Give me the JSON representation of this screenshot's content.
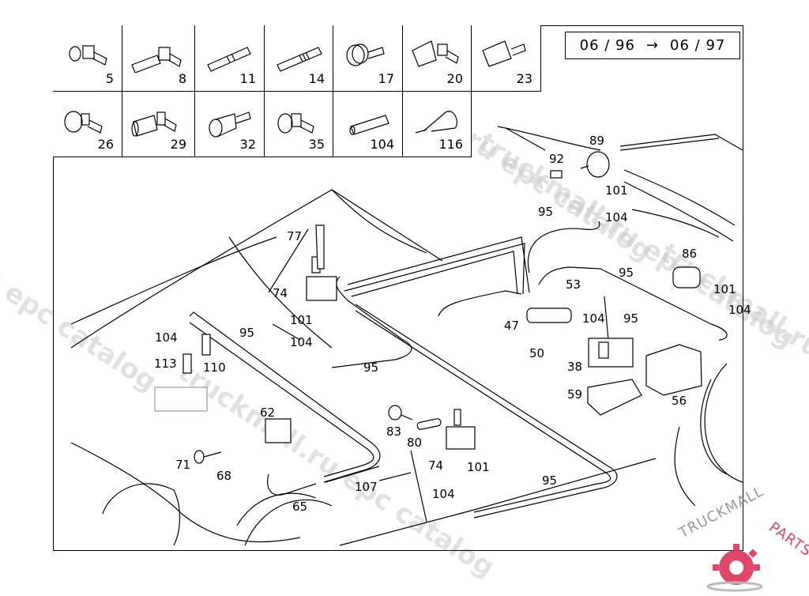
{
  "legend": {
    "row1": [
      "5",
      "8",
      "11",
      "14",
      "17",
      "20",
      "23"
    ],
    "row2": [
      "26",
      "29",
      "32",
      "35",
      "104",
      "116"
    ]
  },
  "validity": {
    "from": "06 / 96",
    "arrow": "→",
    "to": "06 / 97"
  },
  "callouts": {
    "c89": "89",
    "c92": "92",
    "c101a": "101",
    "c95a": "95",
    "c104a": "104",
    "c86": "86",
    "c95b": "95",
    "c101b": "101",
    "c104b": "104",
    "c53": "53",
    "c47": "47",
    "c104c": "104",
    "c95c": "95",
    "c50": "50",
    "c38": "38",
    "c59": "59",
    "c56": "56",
    "c77": "77",
    "c74a": "74",
    "c101c": "101",
    "c104d": "104",
    "c95d": "95",
    "c104e": "104",
    "c95e": "95",
    "c113": "113",
    "c110": "110",
    "c62": "62",
    "c71": "71",
    "c68": "68",
    "c65": "65",
    "c107": "107",
    "c83": "83",
    "c80": "80",
    "c74b": "74",
    "c101d": "101",
    "c104f": "104",
    "c95f": "95"
  },
  "watermarks": [
    "truckmall.ru epc catalog",
    "truckmall.ru epc catalog",
    "truckmall.ru epc catalog",
    "u epc catalog",
    "truckmall.ru e"
  ],
  "logo": {
    "text_left": "TRUCKMALL",
    "text_right": "PARTS",
    "accent": "#e0466a"
  }
}
